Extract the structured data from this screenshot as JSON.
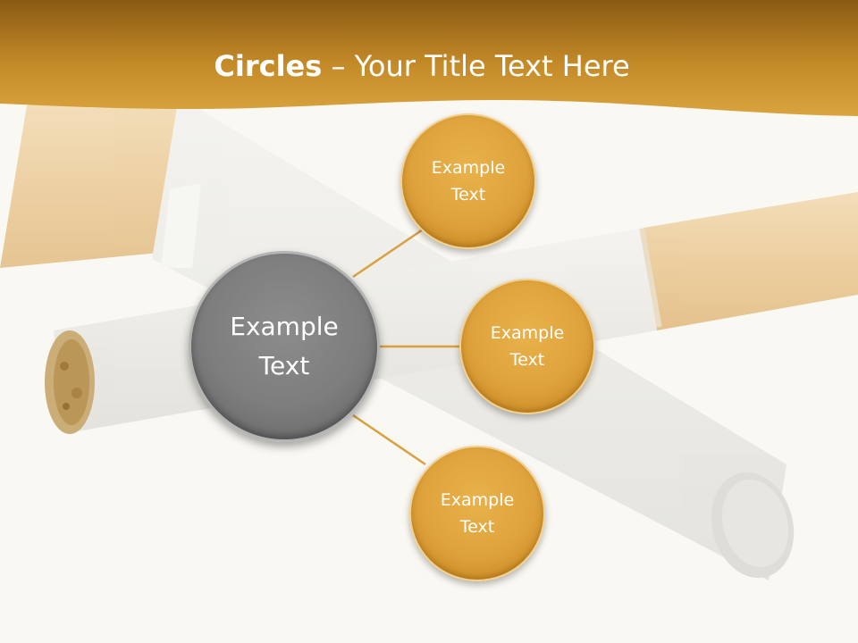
{
  "header": {
    "title_bold": "Circles",
    "title_rest": " – Your Title Text Here"
  },
  "diagram": {
    "center": {
      "line1": "Example",
      "line2": "Text"
    },
    "nodes": [
      {
        "line1": "Example",
        "line2": "Text"
      },
      {
        "line1": "Example",
        "line2": "Text"
      },
      {
        "line1": "Example",
        "line2": "Text"
      }
    ]
  },
  "colors": {
    "header_band": "#c8902a",
    "node_fill": "#dea23c",
    "center_fill": "#7d7d7d",
    "connector": "#d9a040"
  }
}
